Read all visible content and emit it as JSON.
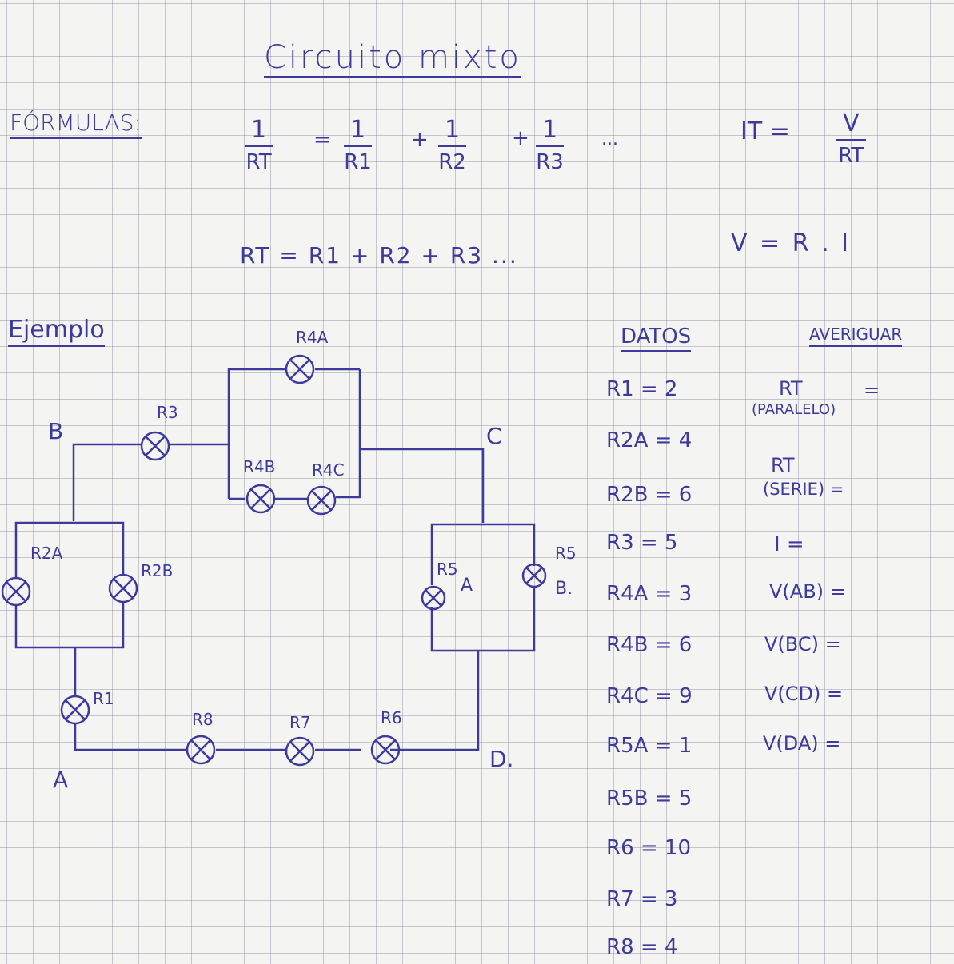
{
  "title": "Circuito mixto",
  "formulas_label": "FÓRMULAS:",
  "formulas": {
    "parallel": {
      "lhs_num": "1",
      "lhs_den": "RT",
      "eq": "=",
      "t1_num": "1",
      "t1_den": "R1",
      "plus1": "+",
      "t2_num": "1",
      "t2_den": "R2",
      "plus2": "+",
      "t3_num": "1",
      "t3_den": "R3",
      "dots": "...",
      "current_lhs": "IT =",
      "current_num": "V",
      "current_den": "RT"
    },
    "series": "RT = R1 + R2 + R3 ...",
    "ohm": "V = R . I"
  },
  "example_label": "Ejemplo",
  "circuit": {
    "nodes": {
      "a": "A",
      "b": "B",
      "c": "C",
      "d": "D."
    },
    "resistors": {
      "r1": "R1",
      "r2a": "R2A",
      "r2b": "R2B",
      "r3": "R3",
      "r4a": "R4A",
      "r4b": "R4B",
      "r4c": "R4C",
      "r5": "R5",
      "r5a": "R5",
      "r5a_sub": "A",
      "r5b_sub": "B.",
      "r6": "R6",
      "r7": "R7",
      "r8": "R8"
    }
  },
  "datos": {
    "heading": "DATOS",
    "items": [
      "R1 = 2",
      "R2A = 4",
      "R2B = 6",
      "R3 = 5",
      "R4A = 3",
      "R4B = 6",
      "R4C = 9",
      "R5A = 1",
      "R5B = 5",
      "R6 = 10",
      "R7 = 3",
      "R8 = 4"
    ]
  },
  "averiguar": {
    "heading": "AVERIGUAR",
    "rt_paralelo": "RT",
    "rt_paralelo_note": "(PARALELO)",
    "rt_paralelo_eq": "=",
    "rt_serie": "RT",
    "rt_serie_note": "(SERIE) =",
    "i": "I =",
    "v_ab": "V(AB) =",
    "v_bc": "V(BC) =",
    "v_cd": "V(CD) =",
    "v_da": "V(DA) ="
  }
}
